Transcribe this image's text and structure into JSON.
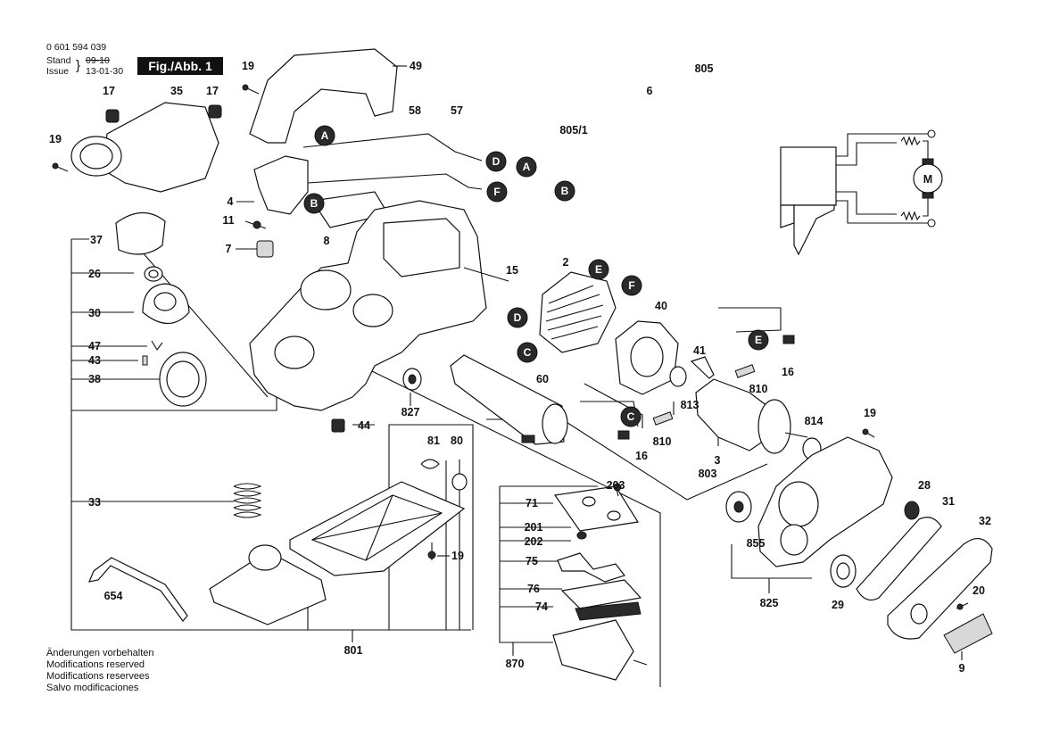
{
  "header": {
    "part_number": "0 601 594 039",
    "stand_label": "Stand",
    "issue_label": "Issue",
    "stand_value": "09-10",
    "issue_value": "13-01-30",
    "fig_label": "Fig./Abb. 1"
  },
  "notes": [
    "Änderungen vorbehalten",
    "Modifications reserved",
    "Modifications reservees",
    "Salvo modificaciones"
  ],
  "connectors": {
    "a": "A",
    "b": "B",
    "c": "C",
    "d": "D",
    "e": "E",
    "f": "F"
  },
  "parts": {
    "p2": "2",
    "p3": "3",
    "p4": "4",
    "p6": "6",
    "p7": "7",
    "p8": "8",
    "p9": "9",
    "p11": "11",
    "p15": "15",
    "p16": "16",
    "p17": "17",
    "p19": "19",
    "p20": "20",
    "p26": "26",
    "p28": "28",
    "p29": "29",
    "p30": "30",
    "p31": "31",
    "p32": "32",
    "p33": "33",
    "p35": "35",
    "p37": "37",
    "p38": "38",
    "p40": "40",
    "p41": "41",
    "p43": "43",
    "p44": "44",
    "p47": "47",
    "p49": "49",
    "p57": "57",
    "p58": "58",
    "p60": "60",
    "p71": "71",
    "p74": "74",
    "p75": "75",
    "p76": "76",
    "p80": "80",
    "p81": "81",
    "p201": "201",
    "p202": "202",
    "p203": "203",
    "p654": "654",
    "p801": "801",
    "p803": "803",
    "p805": "805",
    "p805_1": "805/1",
    "p810": "810",
    "p813": "813",
    "p814": "814",
    "p825": "825",
    "p827": "827",
    "p855": "855",
    "p870": "870"
  },
  "schematic": {
    "motor_label": "M"
  }
}
